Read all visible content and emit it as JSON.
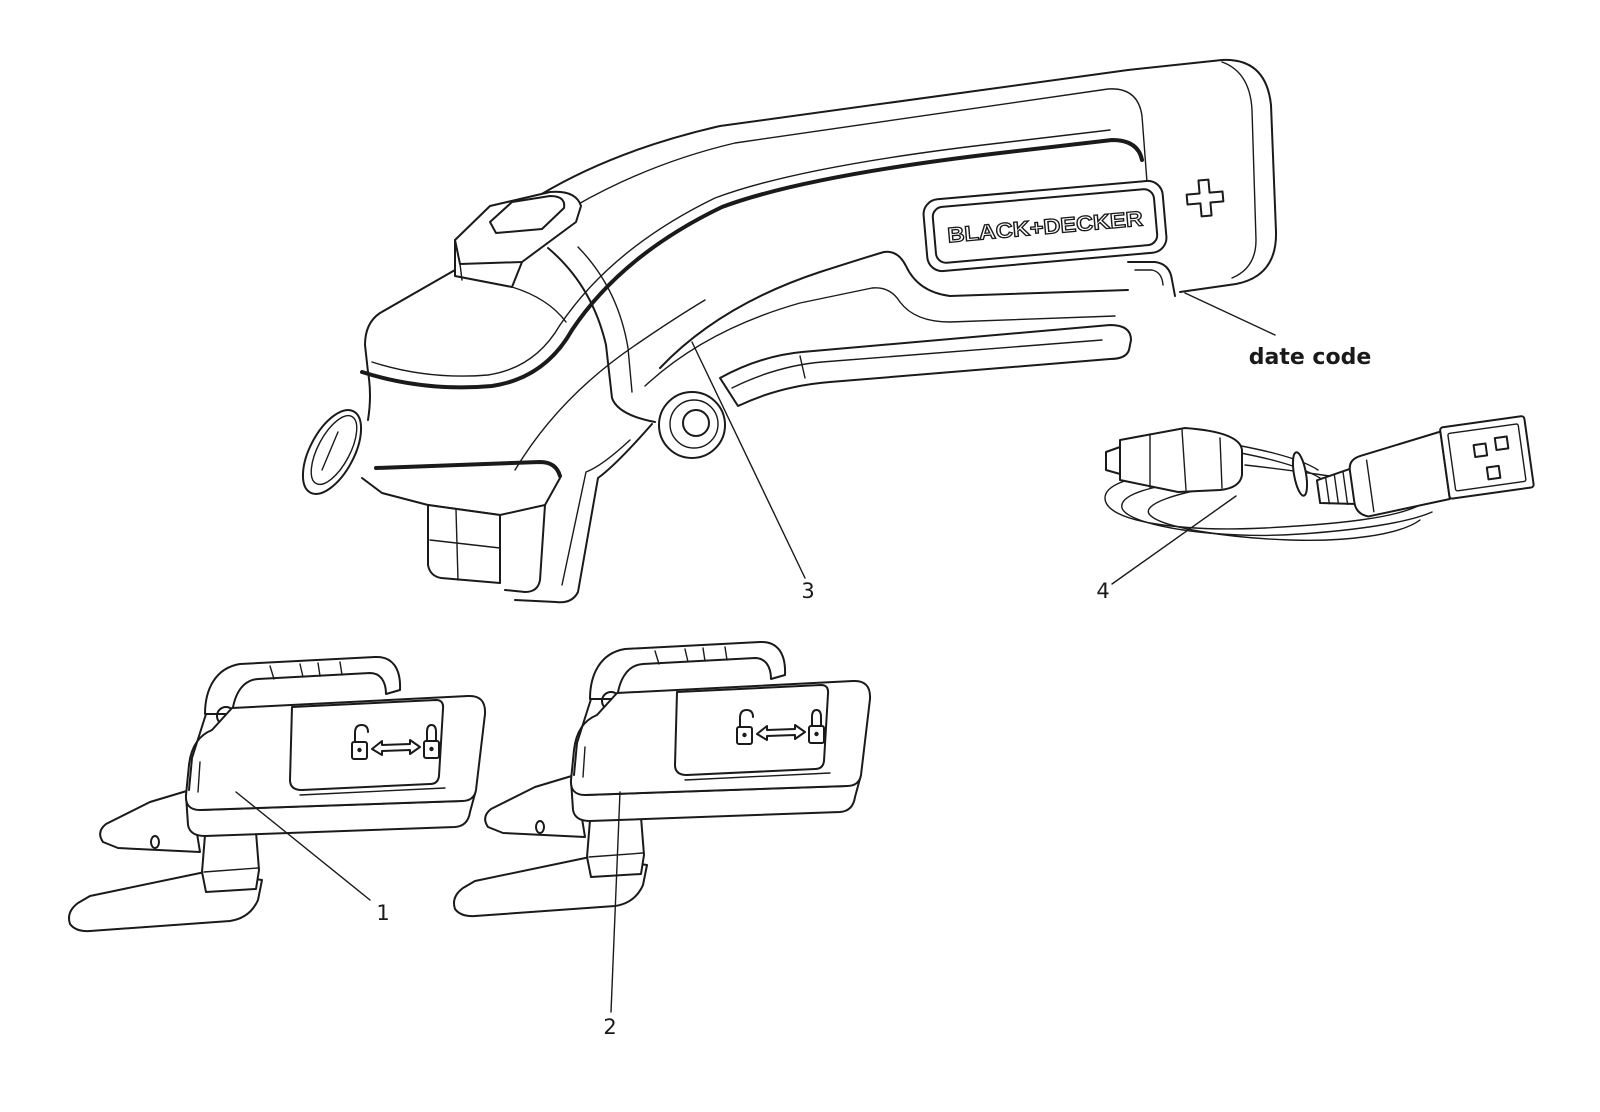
{
  "colors": {
    "line": "#1a1a1a",
    "background": "#ffffff"
  },
  "brand": {
    "logo_text": "BLACK+DECKER"
  },
  "callouts": {
    "label_1": "1",
    "label_2": "2",
    "label_3": "3",
    "label_4": "4",
    "date_code": "date code"
  },
  "icons": {
    "plus": "plus-icon",
    "unlock": "unlock-icon",
    "swap": "double-arrow-icon",
    "lock": "lock-icon",
    "nose_button": "release-button-icon"
  }
}
